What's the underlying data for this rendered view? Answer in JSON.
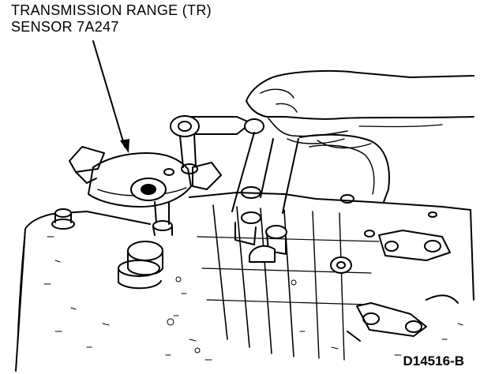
{
  "callout": {
    "line1": "TRANSMISSION RANGE (TR)",
    "line2": "SENSOR 7A247"
  },
  "figure_code": "D14516-B",
  "colors": {
    "ink": "#000000",
    "paper": "#ffffff"
  }
}
